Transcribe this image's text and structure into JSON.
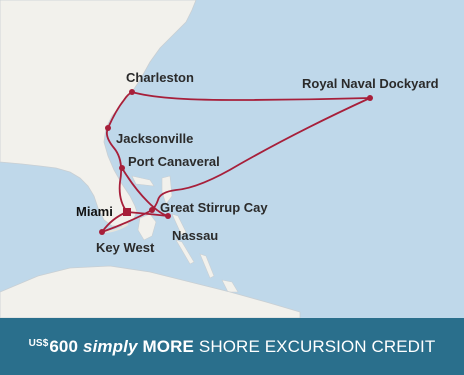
{
  "colors": {
    "ocean": "#bfd8ea",
    "land": "#f2f1ec",
    "route": "#a71f3a",
    "banner": "#2a6f8c",
    "banner_text": "#ffffff"
  },
  "map": {
    "ports": [
      {
        "key": "charleston",
        "name": "Charleston"
      },
      {
        "key": "royal-naval-dockyard",
        "name": "Royal Naval Dockyard"
      },
      {
        "key": "jacksonville",
        "name": "Jacksonville"
      },
      {
        "key": "port-canaveral",
        "name": "Port Canaveral"
      },
      {
        "key": "miami",
        "name": "Miami"
      },
      {
        "key": "great-stirrup-cay",
        "name": "Great Stirrup Cay"
      },
      {
        "key": "nassau",
        "name": "Nassau"
      },
      {
        "key": "key-west",
        "name": "Key West"
      }
    ]
  },
  "banner": {
    "currency": "US$",
    "amount": "600",
    "word_simply": "simply",
    "word_more": "MORE",
    "rest": "SHORE EXCURSION CREDIT"
  }
}
